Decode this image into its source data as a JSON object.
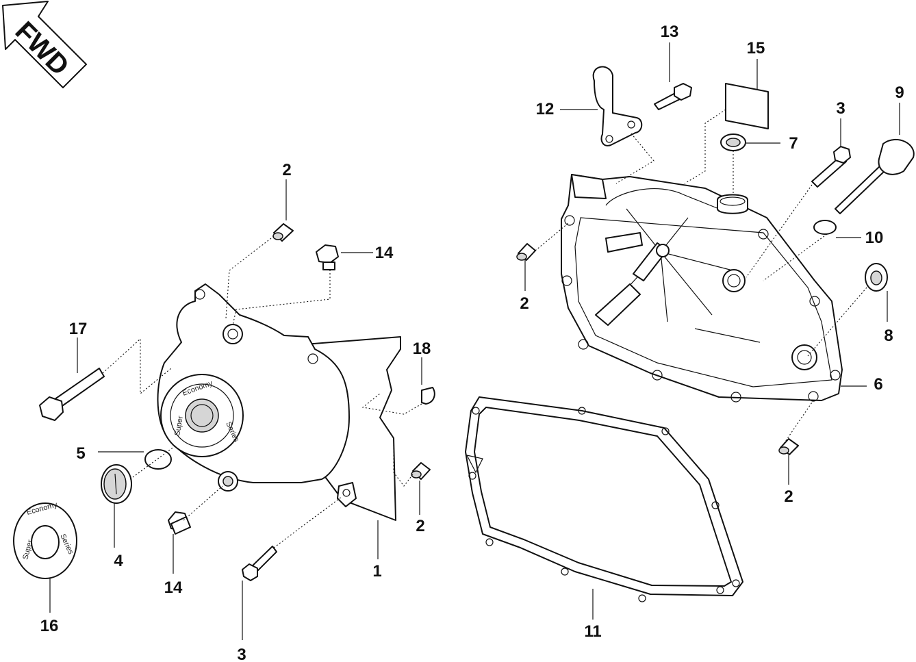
{
  "badge": {
    "text": "FWD"
  },
  "logo": {
    "super": "Super",
    "economy": "Economy",
    "series": "Series"
  },
  "callouts": [
    {
      "id": "c-1",
      "text": "1"
    },
    {
      "id": "c-2a",
      "text": "2"
    },
    {
      "id": "c-2b",
      "text": "2"
    },
    {
      "id": "c-2c",
      "text": "2"
    },
    {
      "id": "c-2d",
      "text": "2"
    },
    {
      "id": "c-3a",
      "text": "3"
    },
    {
      "id": "c-3b",
      "text": "3"
    },
    {
      "id": "c-4",
      "text": "4"
    },
    {
      "id": "c-5",
      "text": "5"
    },
    {
      "id": "c-6",
      "text": "6"
    },
    {
      "id": "c-7",
      "text": "7"
    },
    {
      "id": "c-8",
      "text": "8"
    },
    {
      "id": "c-9",
      "text": "9"
    },
    {
      "id": "c-10",
      "text": "10"
    },
    {
      "id": "c-11",
      "text": "11"
    },
    {
      "id": "c-12",
      "text": "12"
    },
    {
      "id": "c-13",
      "text": "13"
    },
    {
      "id": "c-14a",
      "text": "14"
    },
    {
      "id": "c-14b",
      "text": "14"
    },
    {
      "id": "c-15",
      "text": "15"
    },
    {
      "id": "c-16",
      "text": "16"
    },
    {
      "id": "c-17",
      "text": "17"
    },
    {
      "id": "c-18",
      "text": "18"
    }
  ]
}
